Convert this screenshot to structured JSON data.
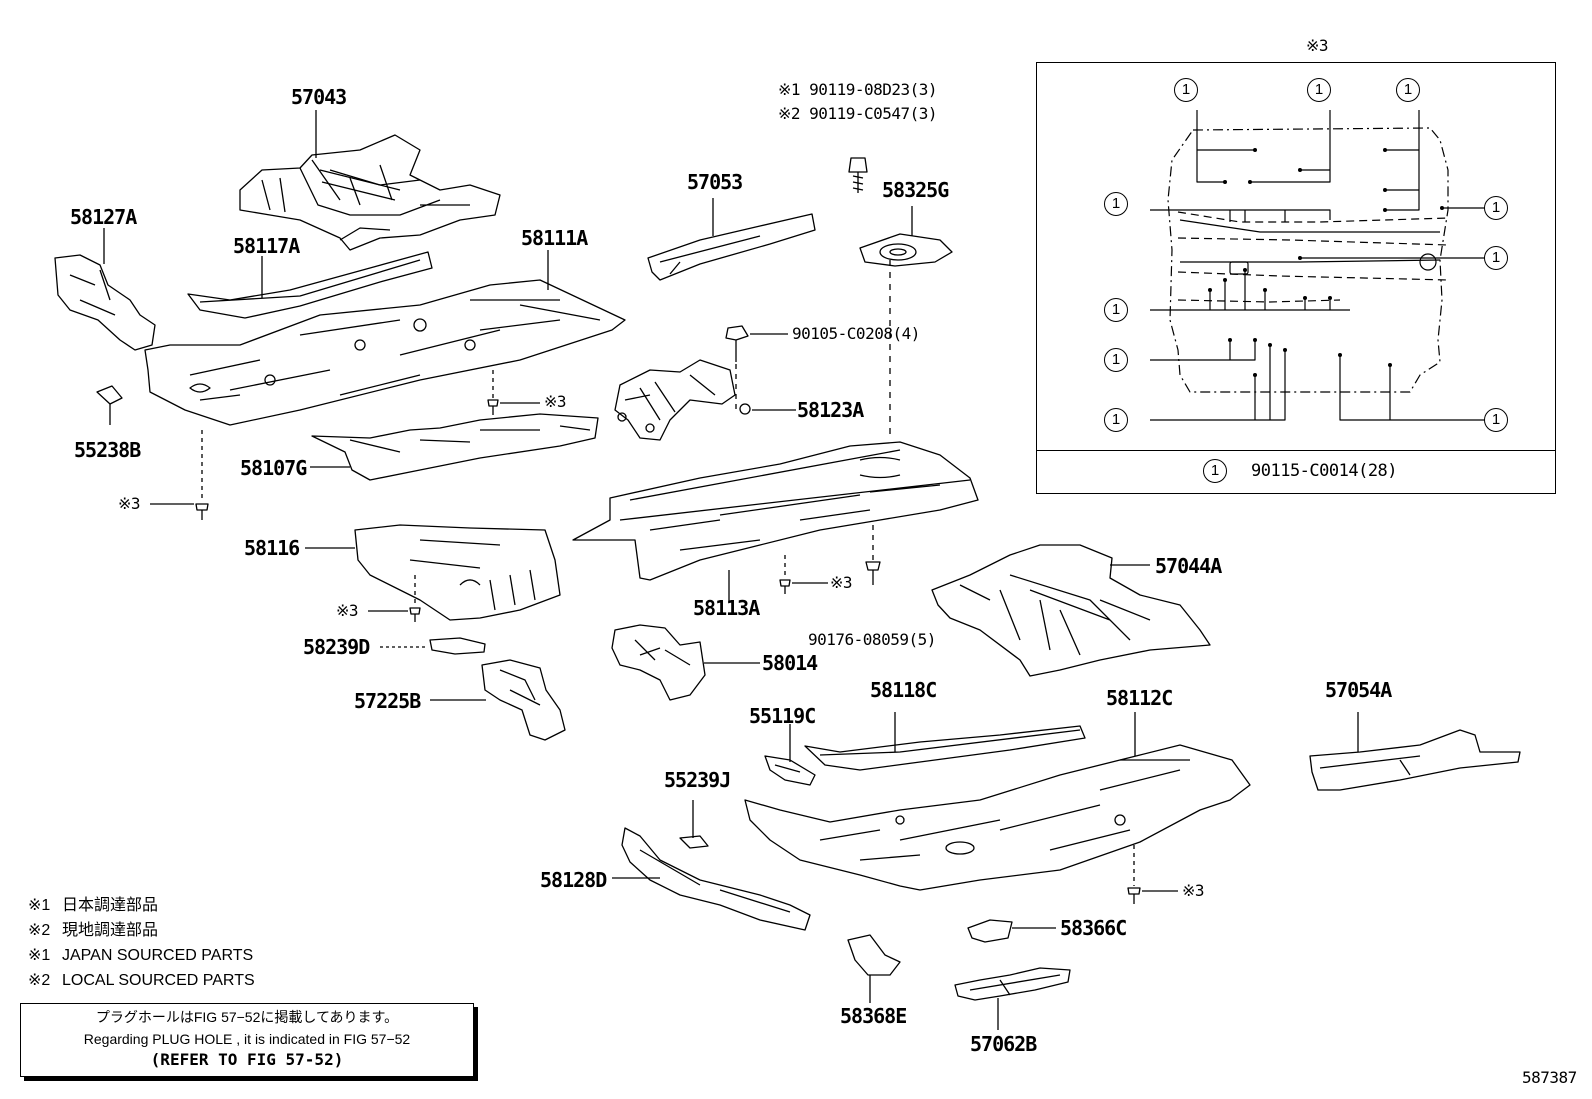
{
  "parts": {
    "p57043": "57043",
    "p58127A": "58127A",
    "p58117A": "58117A",
    "p58111A": "58111A",
    "p55238B": "55238B",
    "p58107G": "58107G",
    "p58116": "58116",
    "p58239D": "58239D",
    "p57225B": "57225B",
    "p57053": "57053",
    "p58325G": "58325G",
    "p58123A": "58123A",
    "p58113A": "58113A",
    "p58014": "58014",
    "p57044A": "57044A",
    "p58118C": "58118C",
    "p55119C": "55119C",
    "p58112C": "58112C",
    "p57054A": "57054A",
    "p55239J": "55239J",
    "p58128D": "58128D",
    "p58366C": "58366C",
    "p58368E": "58368E",
    "p57062B": "57062B"
  },
  "fasteners": {
    "bolt1": "※1 90119-08D23(3)",
    "bolt2": "※2 90119-C0547(3)",
    "bolt3": "90105-C0208(4)",
    "clip": "90176-08059(5)"
  },
  "refs": {
    "mark3": "※3"
  },
  "inset": {
    "title": "※3",
    "item_number": "1",
    "footer_part": "90115-C0014(28)"
  },
  "legend": {
    "line1_mark": "※1",
    "line1_text": "日本調達部品",
    "line2_mark": "※2",
    "line2_text": "現地調達部品",
    "line3_mark": "※1",
    "line3_text": "JAPAN SOURCED PARTS",
    "line4_mark": "※2",
    "line4_text": "LOCAL SOURCED PARTS"
  },
  "note": {
    "jp": "プラグホールはFIG 57−52に掲載してあります。",
    "en": "Regarding  PLUG  HOLE , it is indicated in FIG  57−52",
    "ref": "(REFER TO FIG 57-52)"
  },
  "figure_id": "587387"
}
